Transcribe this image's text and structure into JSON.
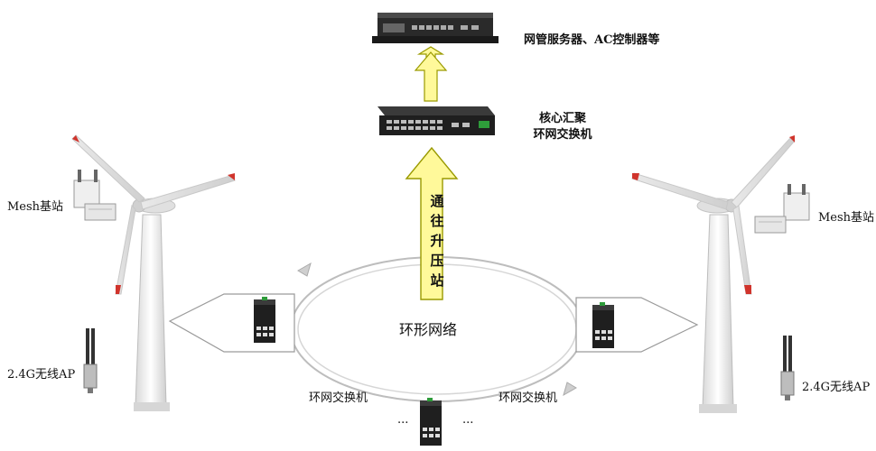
{
  "labels": {
    "server": "网管服务器、AC控制器等",
    "core_line1": "核心汇聚",
    "core_line2": "环网交换机",
    "uplink": [
      "通",
      "往",
      "升",
      "压",
      "站"
    ],
    "ring": "环形网络",
    "mesh_left": "Mesh基站",
    "mesh_right": "Mesh基站",
    "ap_left": "2.4G无线AP",
    "ap_right": "2.4G无线AP",
    "switch_left": "环网交换机",
    "switch_right": "环网交换机",
    "ellipsis_left": "...",
    "ellipsis_right": "..."
  },
  "colors": {
    "arrow_fill": "#fff99a",
    "arrow_stroke": "#9a9a00",
    "tower": "#e8e8e8",
    "blade_tip": "#d0342c",
    "ring": "#c9c9c9",
    "device": "#222222"
  },
  "icons": {
    "server": "rack-server-icon",
    "core_switch": "core-switch-icon",
    "ring_switch": "industrial-switch-icon",
    "mesh": "mesh-base-station-icon",
    "ap": "antenna-ap-icon",
    "turbine": "wind-turbine-icon"
  }
}
